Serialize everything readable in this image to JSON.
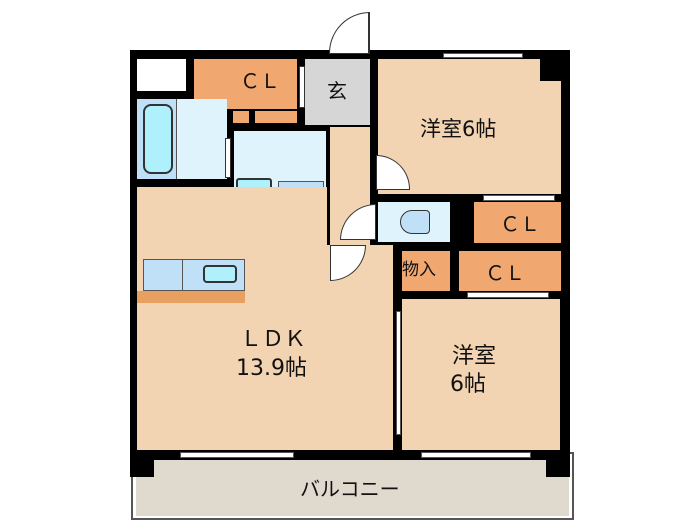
{
  "floor_plan": {
    "rooms": [
      {
        "id": "ldk",
        "label_line1": "ＬＤＫ",
        "label_line2": "13.9帖"
      },
      {
        "id": "western1",
        "label": "洋室6帖"
      },
      {
        "id": "western2",
        "label_line1": "洋室",
        "label_line2": "6帖"
      },
      {
        "id": "closet1",
        "label": "ＣＬ"
      },
      {
        "id": "closet2",
        "label": "ＣＬ"
      },
      {
        "id": "closet3",
        "label": "ＣＬ"
      },
      {
        "id": "storage",
        "label": "物入"
      },
      {
        "id": "entrance",
        "label": "玄"
      },
      {
        "id": "balcony",
        "label": "バルコニー"
      }
    ],
    "colors": {
      "room": "#f2d3b2",
      "closet": "#f0a870",
      "wet_area": "#def3fb",
      "entrance": "#d6d6d6",
      "balcony": "#e0d9ce",
      "wall": "#000000"
    }
  }
}
